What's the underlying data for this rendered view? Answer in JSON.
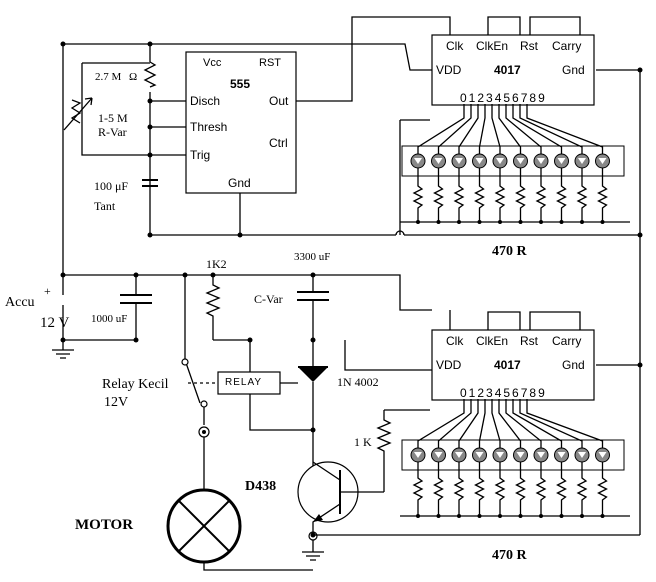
{
  "ic555": {
    "vcc": "Vcc",
    "rst": "RST",
    "name": "555",
    "disch": "Disch",
    "thresh": "Thresh",
    "trig": "Trig",
    "out": "Out",
    "ctrl": "Ctrl",
    "gnd": "Gnd"
  },
  "counter_top": {
    "clk": "Clk",
    "clken": "ClkEn",
    "rst": "Rst",
    "carry": "Carry",
    "vdd": "VDD",
    "name": "4017",
    "gnd": "Gnd",
    "pins": "0123456789"
  },
  "counter_bottom": {
    "clk": "Clk",
    "clken": "ClkEn",
    "rst": "Rst",
    "carry": "Carry",
    "vdd": "VDD",
    "name": "4017",
    "gnd": "Gnd",
    "pins": "0123456789"
  },
  "labels": {
    "r_timing": "2.7 M",
    "ohm": "Ω",
    "rvar_1": "1-5 M",
    "rvar_2": "R-Var",
    "cap_timing": "100 μF",
    "cap_tant": "Tant",
    "r_top": "470 R",
    "r_bottom": "470 R",
    "r1k2": "1K2",
    "c3300": "3300 uF",
    "cvar": "C-Var",
    "accu": "Accu",
    "plus": "+",
    "v12": "12 V",
    "c1000": "1000 uF",
    "relay": "RELAY",
    "relay_kecil_1": "Relay Kecil",
    "relay_kecil_2": "12V",
    "diode": "1N 4002",
    "r1k": "1 K",
    "transistor": "D438",
    "motor": "MOTOR"
  }
}
